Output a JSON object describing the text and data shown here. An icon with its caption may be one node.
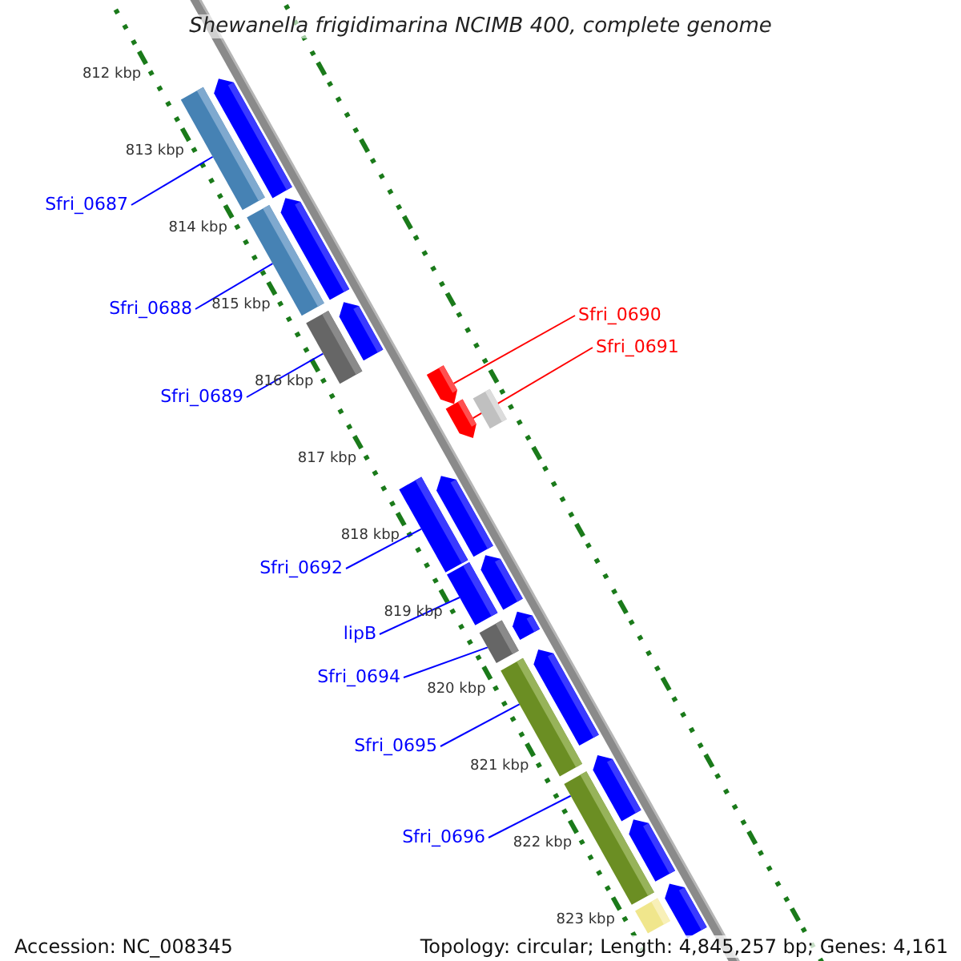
{
  "diagram": {
    "title": "Shewanella frigidimarina NCIMB 400, complete genome",
    "nodes": [
      {
        "text": [
          "Sfri_0687"
        ]
      },
      {
        "text": [
          "Sfri_0688"
        ]
      },
      {
        "text": [
          "Sfri_0689"
        ]
      },
      {
        "text": [
          "Sfri_0690"
        ]
      },
      {
        "text": [
          "Sfri_0691"
        ]
      },
      {
        "text": [
          "Sfri_0692"
        ]
      },
      {
        "text": [
          "lipB"
        ]
      },
      {
        "text": [
          "Sfri_0694"
        ]
      },
      {
        "text": [
          "Sfri_0695"
        ]
      },
      {
        "text": [
          "Sfri_0696"
        ]
      },
      {
        "text": [],
        "shape": "bar"
      },
      {
        "text": [],
        "shape": "bar"
      },
      {
        "text": [],
        "shape": "bar"
      },
      {
        "text": [],
        "shape": "arrow"
      },
      {
        "text": [],
        "shape": "arrow"
      },
      {
        "text": [],
        "shape": "bar"
      },
      {
        "text": [],
        "shape": "bar"
      },
      {
        "text": [],
        "shape": "bar"
      },
      {
        "text": [],
        "shape": "bar"
      },
      {
        "text": [],
        "shape": "bar"
      },
      {
        "text": [],
        "shape": "arrow"
      },
      {
        "text": [],
        "shape": "arrow"
      },
      {
        "text": [],
        "shape": "arrow"
      },
      {
        "text": [],
        "shape": "arrow"
      },
      {
        "text": [],
        "shape": "arrow"
      },
      {
        "text": [],
        "shape": "arrow"
      },
      {
        "text": [],
        "shape": "arrow"
      },
      {
        "text": [],
        "shape": "arrow"
      },
      {
        "text": [],
        "shape": "arrow"
      },
      {
        "text": [],
        "shape": "arrow"
      },
      {
        "text": [],
        "shape": "bar"
      },
      {
        "text": [],
        "shape": "bar"
      }
    ],
    "edges": [
      {
        "from": 0,
        "to": 10,
        "arrow": "none"
      },
      {
        "from": 1,
        "to": 11,
        "arrow": "none"
      },
      {
        "from": 2,
        "to": 12,
        "arrow": "none"
      },
      {
        "from": 3,
        "to": 13,
        "arrow": "none",
        "color": "#ff0000"
      },
      {
        "from": 4,
        "to": 14,
        "arrow": "none",
        "color": "#ff0000"
      },
      {
        "from": 5,
        "to": 15,
        "arrow": "none"
      },
      {
        "from": 6,
        "to": 16,
        "arrow": "none"
      },
      {
        "from": 7,
        "to": 17,
        "arrow": "none"
      },
      {
        "from": 8,
        "to": 18,
        "arrow": "none"
      },
      {
        "from": 9,
        "to": 19,
        "arrow": "none"
      }
    ],
    "labels": [
      "812 kbp",
      "813 kbp",
      "814 kbp",
      "815 kbp",
      "816 kbp",
      "817 kbp",
      "818 kbp",
      "819 kbp",
      "820 kbp",
      "821 kbp",
      "822 kbp",
      "823 kbp",
      "Accession: NC_008345",
      "Topology: circular; Length: 4,845,257 bp; Genes: 4,161"
    ]
  }
}
